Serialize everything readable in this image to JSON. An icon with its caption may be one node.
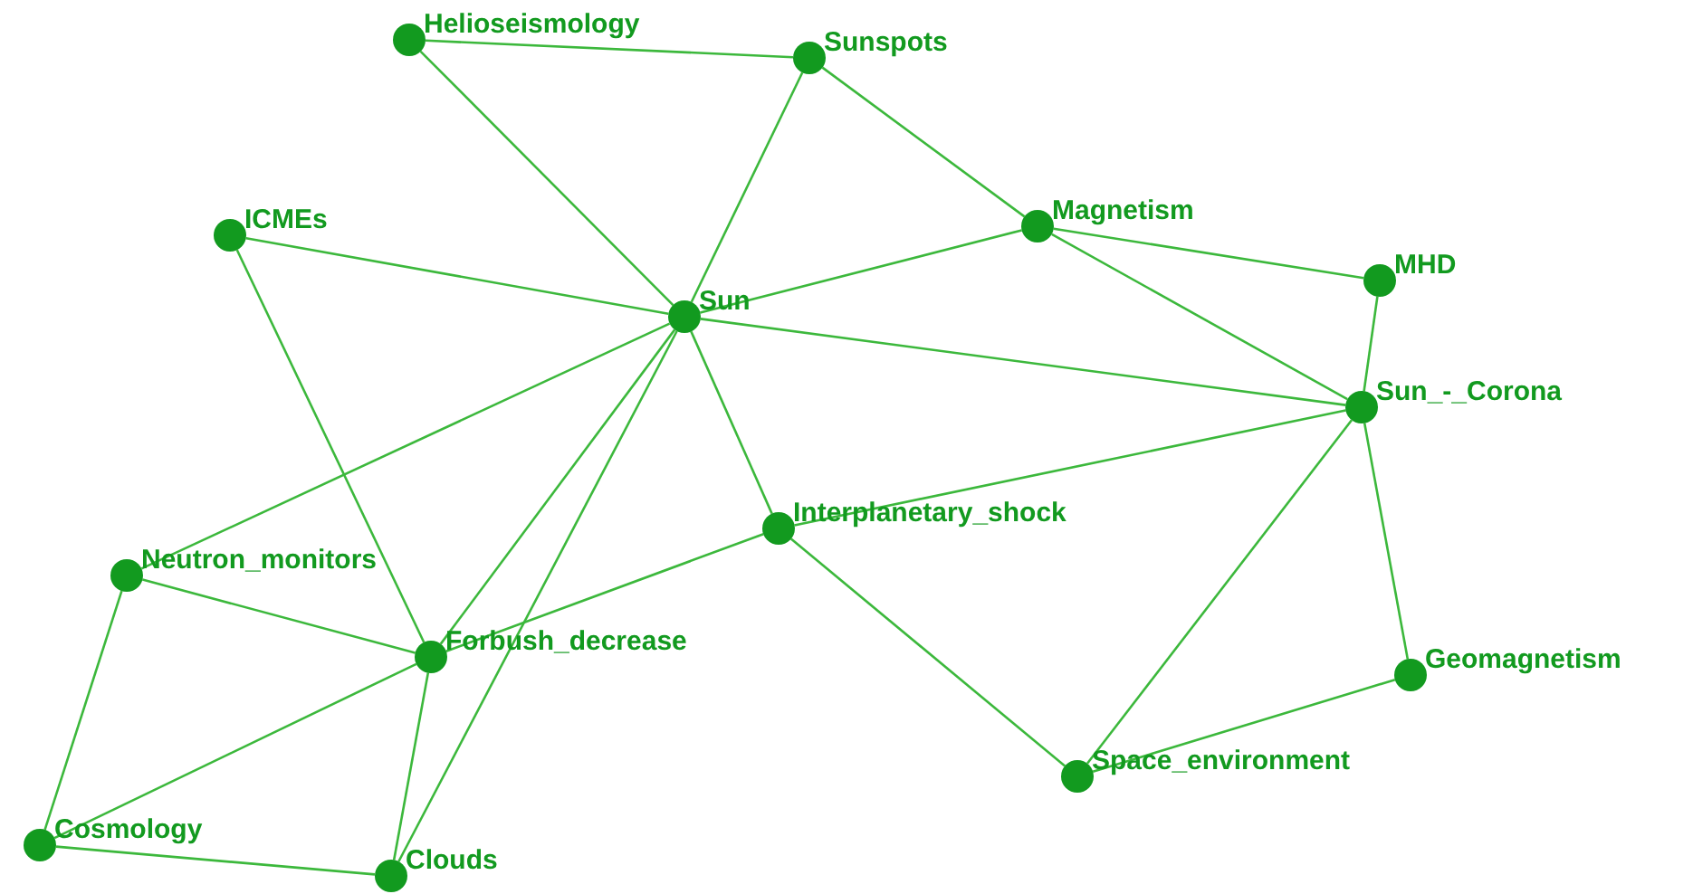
{
  "diagram": {
    "nodes": [
      {
        "text": [
          "Helioseismology"
        ]
      },
      {
        "text": [
          "Sunspots"
        ]
      },
      {
        "text": [
          "ICMEs"
        ]
      },
      {
        "text": [
          "Magnetism"
        ]
      },
      {
        "text": [
          "MHD"
        ]
      },
      {
        "text": [
          "Sun"
        ]
      },
      {
        "text": [
          "Sun_-_Corona"
        ]
      },
      {
        "text": [
          "Interplanetary_shock"
        ]
      },
      {
        "text": [
          "Neutron_monitors"
        ]
      },
      {
        "text": [
          "Forbush_decrease"
        ]
      },
      {
        "text": [
          "Geomagnetism"
        ]
      },
      {
        "text": [
          "Space_environment"
        ]
      },
      {
        "text": [
          "Cosmology"
        ]
      },
      {
        "text": [
          "Clouds"
        ]
      }
    ],
    "edges": [
      {
        "from": 0,
        "to": 1,
        "arrow": "none"
      },
      {
        "from": 0,
        "to": 5,
        "arrow": "none"
      },
      {
        "from": 1,
        "to": 5,
        "arrow": "none"
      },
      {
        "from": 1,
        "to": 3,
        "arrow": "none"
      },
      {
        "from": 2,
        "to": 5,
        "arrow": "none"
      },
      {
        "from": 2,
        "to": 9,
        "arrow": "none"
      },
      {
        "from": 3,
        "to": 5,
        "arrow": "none"
      },
      {
        "from": 3,
        "to": 4,
        "arrow": "none"
      },
      {
        "from": 3,
        "to": 6,
        "arrow": "none"
      },
      {
        "from": 4,
        "to": 6,
        "arrow": "none"
      },
      {
        "from": 5,
        "to": 6,
        "arrow": "none"
      },
      {
        "from": 5,
        "to": 7,
        "arrow": "none"
      },
      {
        "from": 5,
        "to": 8,
        "arrow": "none"
      },
      {
        "from": 5,
        "to": 9,
        "arrow": "none"
      },
      {
        "from": 5,
        "to": 13,
        "arrow": "none"
      },
      {
        "from": 6,
        "to": 7,
        "arrow": "none"
      },
      {
        "from": 6,
        "to": 11,
        "arrow": "none"
      },
      {
        "from": 6,
        "to": 10,
        "arrow": "none"
      },
      {
        "from": 7,
        "to": 9,
        "arrow": "none"
      },
      {
        "from": 7,
        "to": 11,
        "arrow": "none"
      },
      {
        "from": 10,
        "to": 11,
        "arrow": "none"
      },
      {
        "from": 8,
        "to": 9,
        "arrow": "none"
      },
      {
        "from": 8,
        "to": 12,
        "arrow": "none"
      },
      {
        "from": 9,
        "to": 12,
        "arrow": "none"
      },
      {
        "from": 9,
        "to": 13,
        "arrow": "none"
      },
      {
        "from": 12,
        "to": 13,
        "arrow": "none"
      }
    ]
  }
}
